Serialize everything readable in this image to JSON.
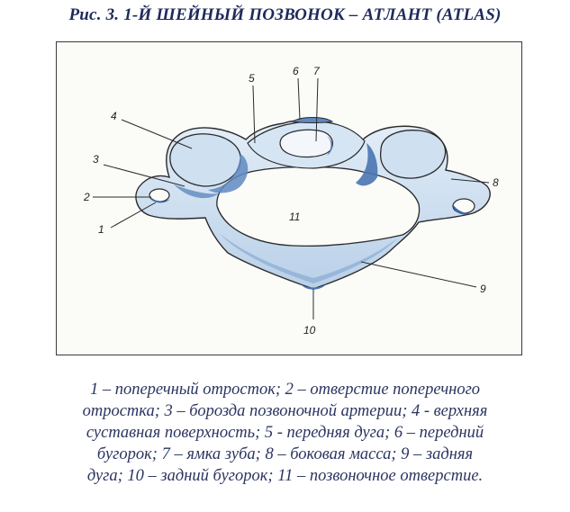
{
  "title": "Рис. 3. 1-Й ШЕЙНЫЙ ПОЗВОНОК – АТЛАНТ (ATLAS)",
  "labels": {
    "l1": "1",
    "l2": "2",
    "l3": "3",
    "l4": "4",
    "l5": "5",
    "l6": "6",
    "l7": "7",
    "l8": "8",
    "l9": "9",
    "l10": "10",
    "l11": "11"
  },
  "caption": {
    "line1": "1 – поперечный отросток; 2 – отверстие поперечного",
    "line2": "отростка; 3 – борозда позвоночной артерии; 4 - верхняя",
    "line3": "суставная поверхность; 5 - передняя дуга; 6 – передний",
    "line4": "бугорок; 7 – ямка зуба; 8 – боковая масса; 9 – задняя",
    "line5": "дуга; 10 – задний бугорок; 11 – позвоночное отверстие."
  },
  "colors": {
    "bone_fill": "#c9dcee",
    "bone_shadow": "#5f89c1",
    "outline": "#2a2a2a"
  }
}
